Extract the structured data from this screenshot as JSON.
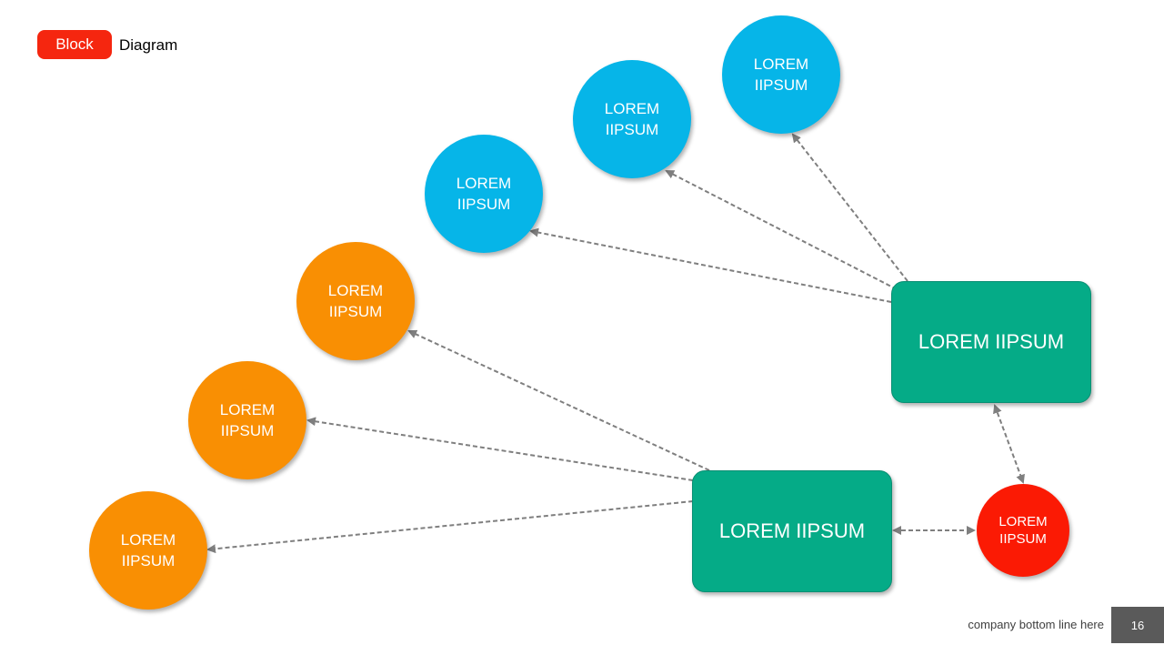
{
  "title": {
    "badge": "Block",
    "rest": "Diagram"
  },
  "colors": {
    "blue": "#06b5e8",
    "orange": "#f98f03",
    "red": "#fb1a04",
    "green": "#05ab87",
    "badge": "#f5260f",
    "connector": "#7f7f7f"
  },
  "boxes": [
    {
      "id": "box-top",
      "label": "LOREM IIPSUM"
    },
    {
      "id": "box-bottom",
      "label": "LOREM IIPSUM"
    }
  ],
  "circles": [
    {
      "id": "blue-1",
      "label": "LOREM\nIIPSUM",
      "color": "blue"
    },
    {
      "id": "blue-2",
      "label": "LOREM\nIIPSUM",
      "color": "blue"
    },
    {
      "id": "blue-3",
      "label": "LOREM\nIIPSUM",
      "color": "blue"
    },
    {
      "id": "orange-1",
      "label": "LOREM\nIIPSUM",
      "color": "orange"
    },
    {
      "id": "orange-2",
      "label": "LOREM\nIIPSUM",
      "color": "orange"
    },
    {
      "id": "orange-3",
      "label": "LOREM\nIIPSUM",
      "color": "orange"
    },
    {
      "id": "red-1",
      "label": "LOREM\nIIPSUM",
      "color": "red"
    }
  ],
  "edges": [
    {
      "from": "box-top",
      "to": "blue-1",
      "style": "dashed",
      "arrow": "end"
    },
    {
      "from": "box-top",
      "to": "blue-2",
      "style": "dashed",
      "arrow": "end"
    },
    {
      "from": "box-top",
      "to": "blue-3",
      "style": "dashed",
      "arrow": "end"
    },
    {
      "from": "box-bottom",
      "to": "orange-1",
      "style": "dashed",
      "arrow": "end"
    },
    {
      "from": "box-bottom",
      "to": "orange-2",
      "style": "dashed",
      "arrow": "end"
    },
    {
      "from": "box-bottom",
      "to": "orange-3",
      "style": "dashed",
      "arrow": "end"
    },
    {
      "from": "box-top",
      "to": "red-1",
      "style": "dashed",
      "arrow": "both"
    },
    {
      "from": "box-bottom",
      "to": "red-1",
      "style": "dashed",
      "arrow": "both"
    }
  ],
  "footer": {
    "text": "company bottom line here",
    "page": "16"
  }
}
